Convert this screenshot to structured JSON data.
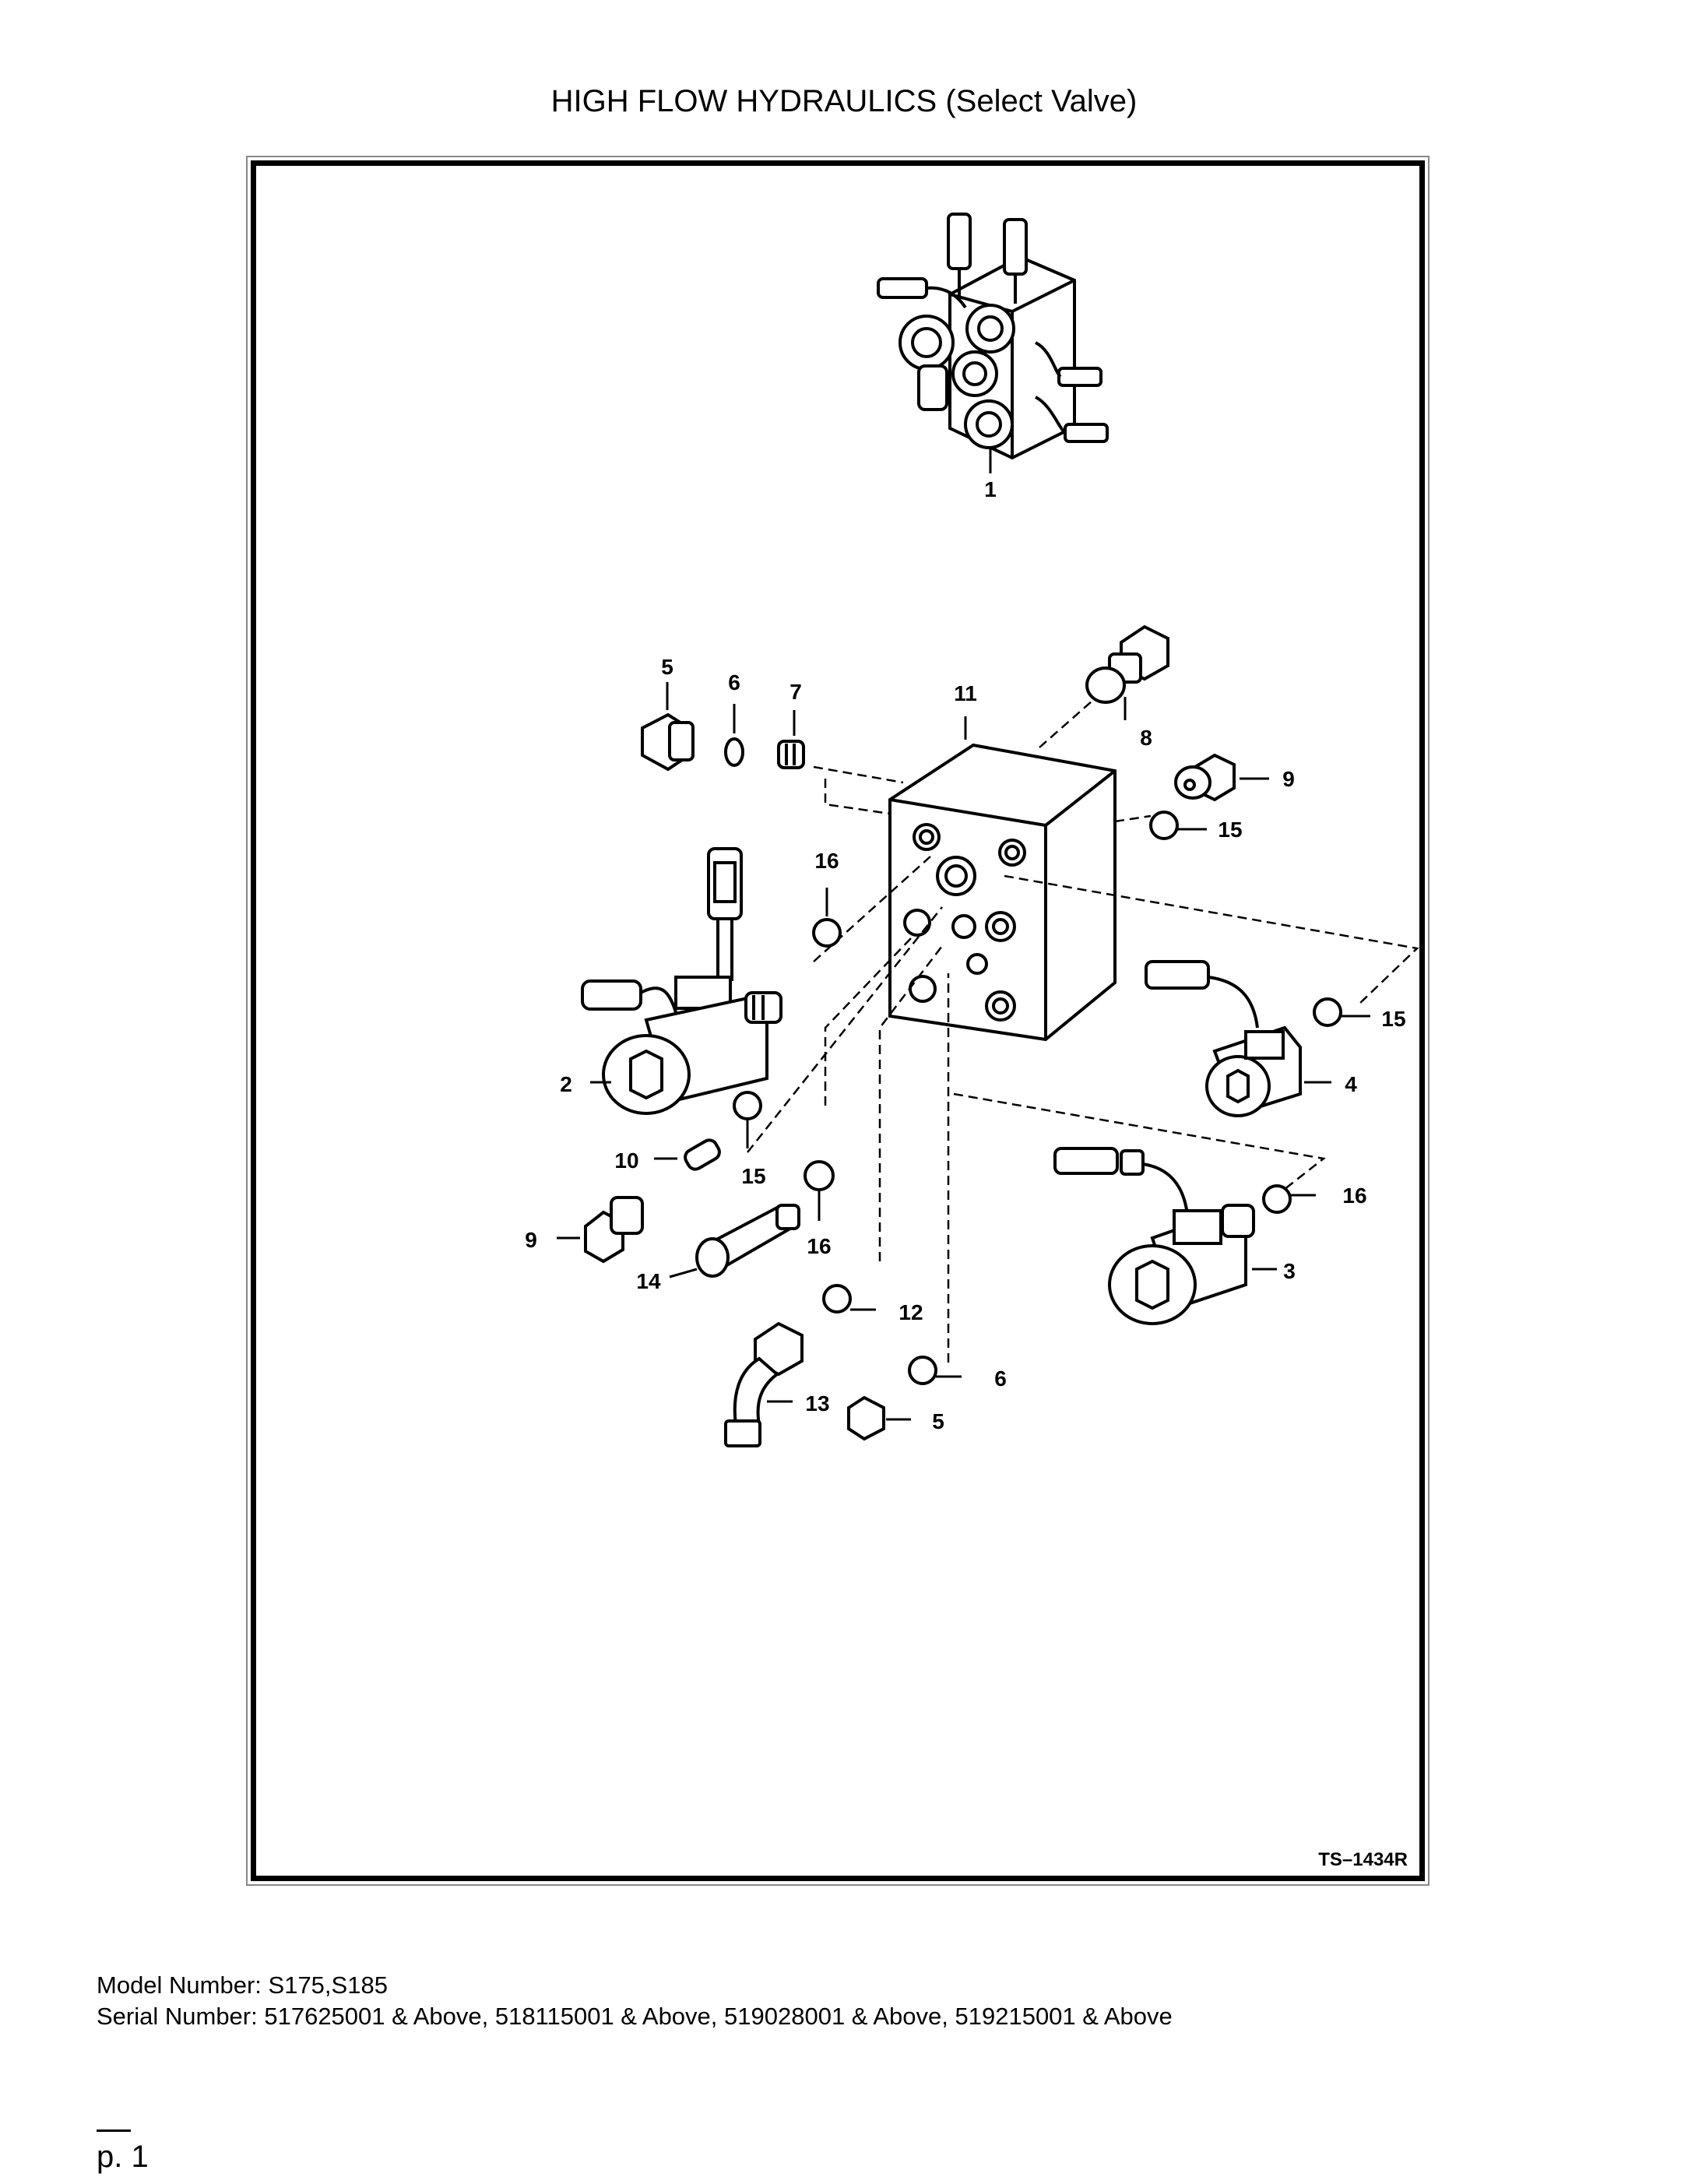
{
  "title": "HIGH FLOW HYDRAULICS (Select Valve)",
  "diagram": {
    "drawing_code": "TS–1434R",
    "callouts": [
      "1",
      "5",
      "6",
      "7",
      "11",
      "8",
      "9",
      "15",
      "16",
      "15",
      "4",
      "2",
      "15",
      "10",
      "16",
      "16",
      "3",
      "9",
      "14",
      "12",
      "6",
      "13",
      "5"
    ]
  },
  "footer": {
    "model": "Model Number: S175,S185",
    "serial": "Serial Number: 517625001 & Above, 518115001 & Above, 519028001 & Above, 519215001 & Above"
  },
  "page": {
    "dash": "—",
    "number": "p. 1"
  }
}
